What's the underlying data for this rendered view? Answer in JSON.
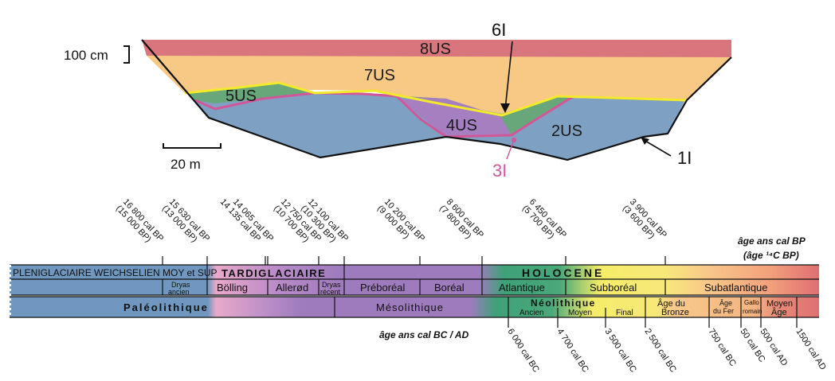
{
  "section": {
    "units": [
      "8US",
      "7US",
      "5US",
      "4US",
      "2US"
    ],
    "interfaces": [
      "6I",
      "3I",
      "1I"
    ],
    "vertical_scale": "100 cm",
    "horizontal_scale": "20 m"
  },
  "timeline": {
    "bp_caption_1": "âge ans cal BP",
    "bp_caption_2": "(âge ¹⁴C BP)",
    "bc_caption": "âge ans cal BC / AD",
    "top_ticks": [
      {
        "cal": "16 800 cal BP",
        "c14": "(15 000 BP)"
      },
      {
        "cal": "15 630 cal BP",
        "c14": "(13 000 BP)"
      },
      {
        "cal": "14 135 cal BP",
        "c14": ""
      },
      {
        "cal": "14 065 cal BP",
        "c14": ""
      },
      {
        "cal": "12 750 cal BP",
        "c14": "(10 700 BP)"
      },
      {
        "cal": "12 100 cal BP",
        "c14": "(10 300 BP)"
      },
      {
        "cal": "10 200 cal BP",
        "c14": "(9 000 BP)"
      },
      {
        "cal": "8 600 cal BP",
        "c14": "(7 800 BP)"
      },
      {
        "cal": "6 450 cal BP",
        "c14": "(5 700 BP)"
      },
      {
        "cal": "3 900 cal BP",
        "c14": "(3 600 BP)"
      }
    ],
    "bottom_ticks": [
      "6 000 cal BC",
      "4 700 cal BC",
      "3 500 cal BC",
      "2 500 cal BC",
      "750 cal BC",
      "50 cal BC",
      "500 cal AD",
      "1500 cal AD"
    ],
    "row1": {
      "plenig": "PLENIGLACIAIRE WEICHSELIEN MOY et SUP",
      "tardig": "TARDIGLACIAIRE",
      "holocene": "HOLOCENE"
    },
    "row2": {
      "dryas_ancien_1": "Dryas",
      "dryas_ancien_2": "ancien",
      "bolling": "Bölling",
      "allerod": "Allerød",
      "dryas_recent_1": "Dryas",
      "dryas_recent_2": "récent",
      "preboreal": "Préboréal",
      "boreal": "Boréal",
      "atlantique": "Atlantique",
      "subboreal": "Subboréal",
      "subatlantique": "Subatlantique"
    },
    "row3": {
      "paleo": "Paléolithique",
      "meso": "Mésolithique",
      "neo": "Néolithique",
      "neo_ancien": "Ancien",
      "neo_moyen": "Moyen",
      "neo_final": "Final",
      "bronze_1": "Âge du",
      "bronze_2": "Bronze",
      "fer_1": "Âge",
      "fer_2": "du Fer",
      "gallo_1": "Gallo",
      "gallo_2": "romain",
      "moyen_age_1": "Moyen",
      "moyen_age_2": "Âge"
    }
  },
  "colors": {
    "unit_8US": "#d9767d",
    "unit_7US": "#f8c984",
    "unit_5US": "#67a77a",
    "unit_4US": "#a57fc0",
    "unit_2US": "#7ea0c3",
    "interface_6I": "#f3ea2a",
    "interface_3I": "#d25799",
    "paleo_blue": "#6f97c0",
    "tardi_pink": "#e8a9c9",
    "tardi_purple": "#9e7bbd",
    "holocene_green": "#3ea178",
    "holocene_yellow": "#f5ed68",
    "orange": "#f8c98a",
    "red": "#de6f72"
  }
}
